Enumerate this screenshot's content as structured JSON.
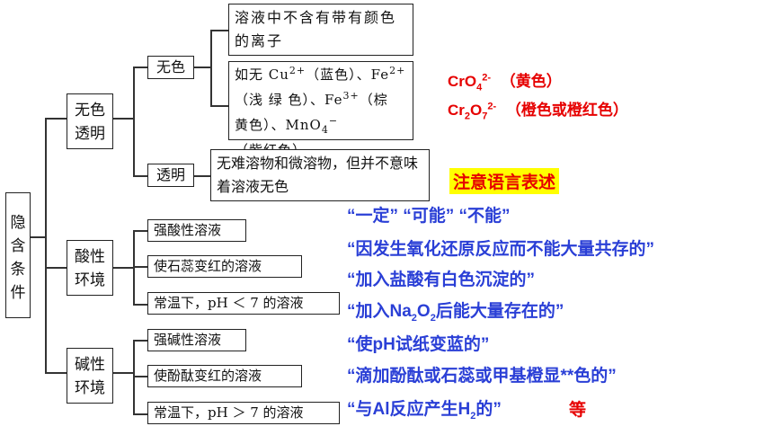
{
  "root": {
    "label": "隐含条件"
  },
  "branches": {
    "colorless": {
      "label": "无色透明"
    },
    "acidic": {
      "label": "酸性环境"
    },
    "basic": {
      "label": "碱性环境"
    }
  },
  "nodes": {
    "wuse": "无色",
    "touming": "透明",
    "note_no_color_ions": "溶液中不含有带有颜色的离子",
    "note_ions_prefix": "如无 ",
    "note_cu": "Cu",
    "note_cu_charge": "2+",
    "note_cu_color": "（蓝色）、",
    "note_fe": "Fe",
    "note_fe_charge": "2+",
    "note_fe_color": "（浅 绿 色）、",
    "note_fe3": "Fe",
    "note_fe3_charge": "3+",
    "note_fe3_color": "（棕 黄色）、",
    "note_mn": "MnO",
    "note_mn_sub": "4",
    "note_mn_charge": "−",
    "note_mn_color": "（紫红色）",
    "note_transparent": "无难溶物和微溶物，但并不意味着溶液无色",
    "strong_acid": "强酸性溶液",
    "litmus_red": "使石蕊变红的溶液",
    "ph_lt7": "常温下，pH ＜ 7 的溶液",
    "strong_base": "强碱性溶液",
    "phenol_red": "使酚酞变红的溶液",
    "ph_gt7": "常温下，pH ＞ 7 的溶液"
  },
  "red_notes": {
    "cro4": "CrO",
    "cro4_sub": "4",
    "cro4_charge": "2-",
    "cro4_color": "（黄色）",
    "cr2o7_a": "Cr",
    "cr2o7_sub1": "2",
    "cr2o7_b": "O",
    "cr2o7_sub2": "7",
    "cr2o7_charge": "2-",
    "cr2o7_color": "（橙色或橙红色）",
    "attention": "注意语言表述",
    "etc": "等"
  },
  "blue_notes": {
    "line1": "“一定” “可能” “不能”",
    "line2": "“因发生氧化还原反应而不能大量共存的”",
    "line3": "“加入盐酸有白色沉淀的”",
    "line4_a": "“加入Na",
    "line4_sub1": "2",
    "line4_b": "O",
    "line4_sub2": "2",
    "line4_c": "后能大量存在的”",
    "line5": "“使pH试纸变蓝的”",
    "line6": "“滴加酚酞或石蕊或甲基橙显**色的”",
    "line7_a": "“与Al反应产生H",
    "line7_sub": "2",
    "line7_b": "的”"
  },
  "colors": {
    "red": "#e60000",
    "blue": "#2a3fd6",
    "highlight": "#ffff00"
  }
}
